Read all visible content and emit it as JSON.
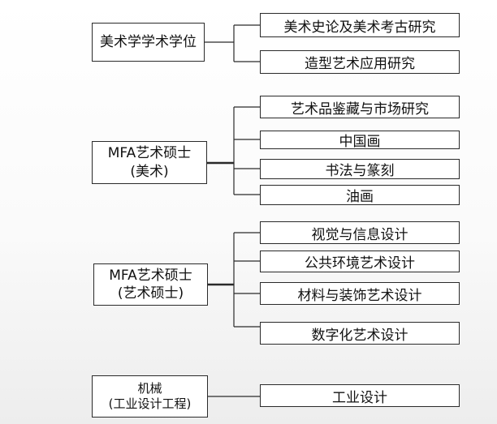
{
  "groups": [
    {
      "source": [
        "美术学学术学位"
      ],
      "targets": [
        "美术史论及美术考古研究",
        "造型艺术应用研究"
      ]
    },
    {
      "source": [
        "MFA艺术硕士",
        "(美术)"
      ],
      "targets": [
        "艺术品鉴藏与市场研究",
        "中国画",
        "书法与篆刻",
        "油画"
      ]
    },
    {
      "source": [
        "MFA艺术硕士",
        "(艺术硕士)"
      ],
      "targets": [
        "视觉与信息设计",
        "公共环境艺术设计",
        "材料与装饰艺术设计",
        "数字化艺术设计"
      ]
    },
    {
      "source": [
        "机械",
        "(工业设计工程)"
      ],
      "targets": [
        "工业设计"
      ]
    }
  ],
  "colors": {
    "box_border": "#2a2a2a",
    "box_fill": "#ffffff",
    "line": "#2a2a2a"
  }
}
